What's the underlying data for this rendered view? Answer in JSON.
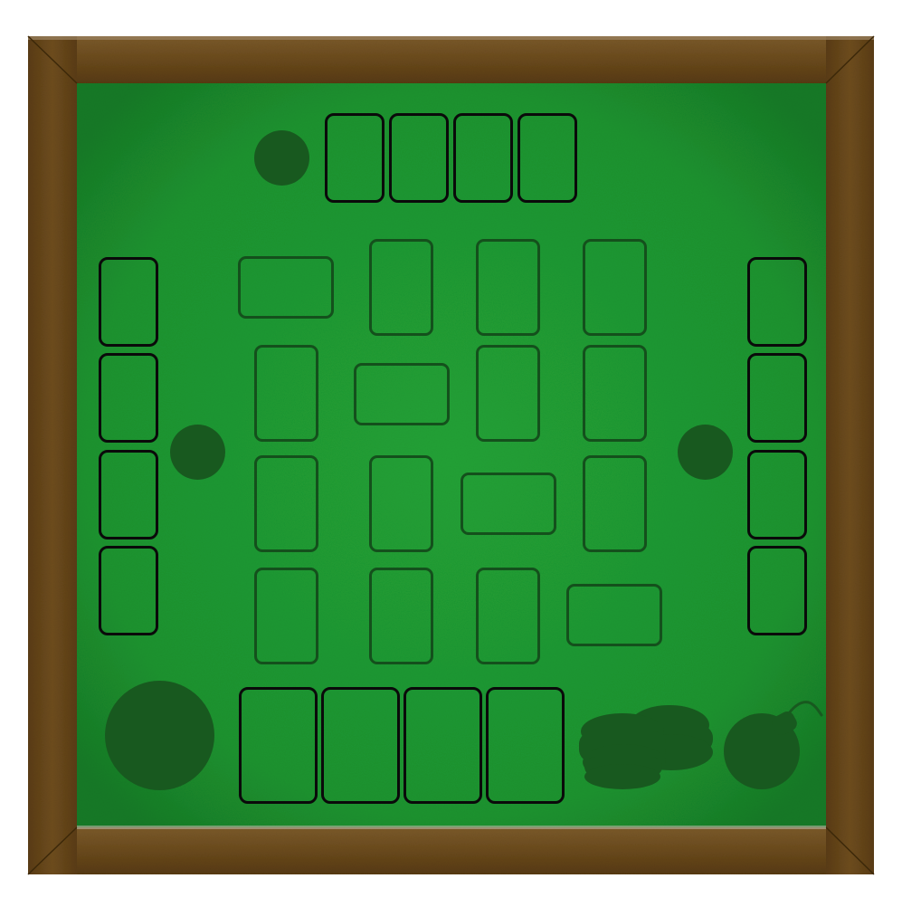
{
  "game": {
    "title": "",
    "theme": {
      "felt_color": "#1f9a33",
      "felt_dark": "#156d24",
      "wood_color": "#6b4a1c",
      "wood_dark": "#4b3210",
      "slot_outline_player": "#0a0a0a",
      "slot_outline_grid": "#14501c",
      "marker_color": "#18591f"
    },
    "seats": {
      "top": {
        "marker": "dealer-chip-icon",
        "card_slots": 4
      },
      "left": {
        "marker": "dealer-chip-icon",
        "card_slots": 4
      },
      "right": {
        "marker": "dealer-chip-icon",
        "card_slots": 4
      },
      "bottom": {
        "marker": "avatar-circle-icon",
        "card_slots": 4
      }
    },
    "center_grid": {
      "rows": 4,
      "cols": 4,
      "horizontal_cells": [
        "0-0",
        "1-1",
        "2-2",
        "3-3"
      ]
    },
    "bottom_right_icons": [
      "chip-stack-icon",
      "bomb-icon"
    ]
  }
}
